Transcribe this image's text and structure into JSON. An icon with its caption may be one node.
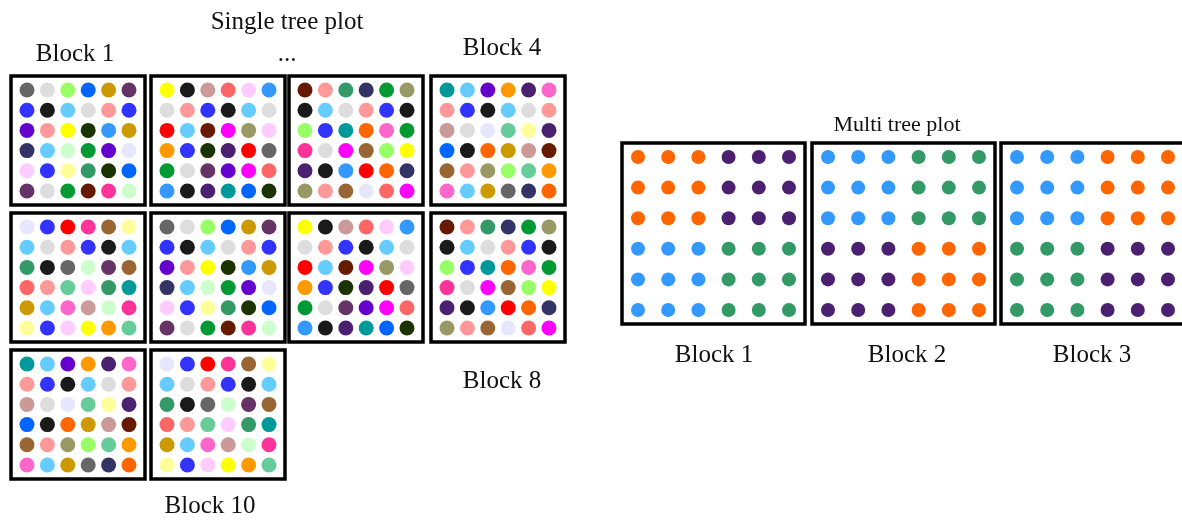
{
  "diagram": {
    "labels": [
      "Single tree plot",
      "...",
      "Block 1",
      "Block 4",
      "Multi tree plot",
      "Block 8",
      "Block 1",
      "Block 2",
      "Block 3",
      "Block 10"
    ]
  }
}
